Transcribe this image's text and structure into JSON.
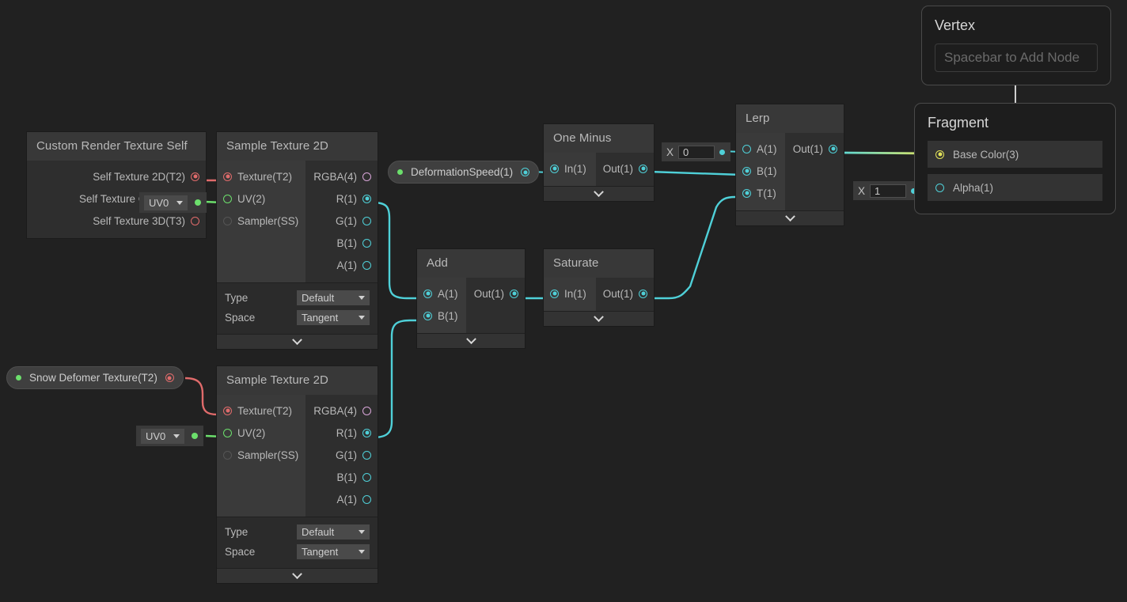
{
  "app": {
    "background": "#212121",
    "accent_cyan": "#4fd0d8",
    "accent_green": "#6cdf6c",
    "accent_red": "#e06b6b",
    "accent_yellow": "#e3e35a",
    "accent_pink": "#d9a6d9"
  },
  "properties": [
    {
      "name": "deformation-speed",
      "label": "DeformationSpeed(1)"
    },
    {
      "name": "snow-deformer-texture",
      "label": "Snow Defomer Texture(T2)"
    }
  ],
  "nodes": {
    "custom_render_texture_self": {
      "title": "Custom Render Texture Self",
      "outputs": [
        {
          "label": "Self Texture 2D(T2)"
        },
        {
          "label": "Self Texture Cube(TC)"
        },
        {
          "label": "Self Texture 3D(T3)"
        }
      ]
    },
    "sample_texture_2d_top": {
      "title": "Sample Texture 2D",
      "inputs": [
        {
          "label": "Texture(T2)"
        },
        {
          "label": "UV(2)"
        },
        {
          "label": "Sampler(SS)"
        }
      ],
      "outputs": [
        {
          "label": "RGBA(4)"
        },
        {
          "label": "R(1)"
        },
        {
          "label": "G(1)"
        },
        {
          "label": "B(1)"
        },
        {
          "label": "A(1)"
        }
      ],
      "settings": [
        {
          "label": "Type",
          "value": "Default"
        },
        {
          "label": "Space",
          "value": "Tangent"
        }
      ]
    },
    "sample_texture_2d_bottom": {
      "title": "Sample Texture 2D",
      "inputs": [
        {
          "label": "Texture(T2)"
        },
        {
          "label": "UV(2)"
        },
        {
          "label": "Sampler(SS)"
        }
      ],
      "outputs": [
        {
          "label": "RGBA(4)"
        },
        {
          "label": "R(1)"
        },
        {
          "label": "G(1)"
        },
        {
          "label": "B(1)"
        },
        {
          "label": "A(1)"
        }
      ],
      "settings": [
        {
          "label": "Type",
          "value": "Default"
        },
        {
          "label": "Space",
          "value": "Tangent"
        }
      ]
    },
    "add": {
      "title": "Add",
      "inputs": [
        {
          "label": "A(1)"
        },
        {
          "label": "B(1)"
        }
      ],
      "outputs": [
        {
          "label": "Out(1)"
        }
      ]
    },
    "one_minus": {
      "title": "One Minus",
      "inputs": [
        {
          "label": "In(1)"
        }
      ],
      "outputs": [
        {
          "label": "Out(1)"
        }
      ]
    },
    "saturate": {
      "title": "Saturate",
      "inputs": [
        {
          "label": "In(1)"
        }
      ],
      "outputs": [
        {
          "label": "Out(1)"
        }
      ]
    },
    "lerp": {
      "title": "Lerp",
      "inputs": [
        {
          "label": "A(1)"
        },
        {
          "label": "B(1)"
        },
        {
          "label": "T(1)"
        }
      ],
      "outputs": [
        {
          "label": "Out(1)"
        }
      ]
    }
  },
  "inline_values": {
    "lerp_a": {
      "axis": "X",
      "value": "0"
    },
    "fragment_alpha": {
      "axis": "X",
      "value": "1"
    }
  },
  "uv_dropdowns": {
    "crt_uv": {
      "value": "UV0"
    },
    "bottom_uv": {
      "value": "UV0"
    }
  },
  "stages": {
    "vertex": {
      "title": "Vertex",
      "empty_hint": "Spacebar to Add Node"
    },
    "fragment": {
      "title": "Fragment",
      "blocks": [
        {
          "label": "Base Color(3)"
        },
        {
          "label": "Alpha(1)"
        }
      ]
    }
  }
}
